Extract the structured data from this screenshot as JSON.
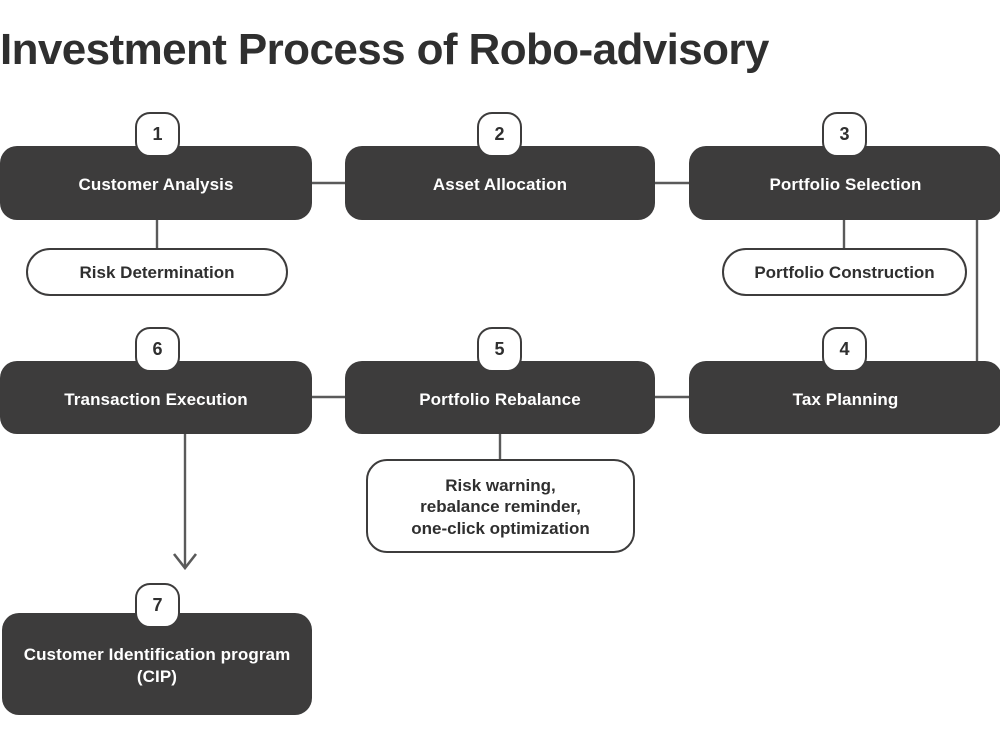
{
  "title": "Investment Process of Robo-advisory",
  "colors": {
    "box_fill": "#3d3c3c",
    "box_text": "#ffffff",
    "outline": "#3d3c3c",
    "sub_text": "#2f2f2f",
    "connector": "#5a5a5a",
    "background": "#ffffff"
  },
  "steps": [
    {
      "number": "1",
      "label": "Customer Analysis"
    },
    {
      "number": "2",
      "label": "Asset Allocation"
    },
    {
      "number": "3",
      "label": "Portfolio Selection"
    },
    {
      "number": "4",
      "label": "Tax Planning"
    },
    {
      "number": "5",
      "label": "Portfolio Rebalance"
    },
    {
      "number": "6",
      "label": "Transaction Execution"
    },
    {
      "number": "7",
      "label": "Customer Identification program (CIP)"
    }
  ],
  "sub_items": [
    {
      "label": "Risk Determination",
      "parent_step": "1"
    },
    {
      "label": "Portfolio Construction",
      "parent_step": "3"
    },
    {
      "label": "Risk warning, rebalance reminder, one-click optimization",
      "lines": [
        "Risk warning,",
        "rebalance reminder,",
        "one-click optimization"
      ],
      "parent_step": "5"
    }
  ],
  "chart_data": {
    "type": "table",
    "title": "Investment Process of Robo-advisory",
    "nodes": [
      {
        "id": "1",
        "label": "Customer Analysis",
        "kind": "step"
      },
      {
        "id": "2",
        "label": "Asset Allocation",
        "kind": "step"
      },
      {
        "id": "3",
        "label": "Portfolio Selection",
        "kind": "step"
      },
      {
        "id": "4",
        "label": "Tax Planning",
        "kind": "step"
      },
      {
        "id": "5",
        "label": "Portfolio Rebalance",
        "kind": "step"
      },
      {
        "id": "6",
        "label": "Transaction Execution",
        "kind": "step"
      },
      {
        "id": "7",
        "label": "Customer Identification program (CIP)",
        "kind": "step"
      },
      {
        "id": "s1",
        "label": "Risk Determination",
        "kind": "sub"
      },
      {
        "id": "s3",
        "label": "Portfolio Construction",
        "kind": "sub"
      },
      {
        "id": "s5",
        "label": "Risk warning, rebalance reminder, one-click optimization",
        "kind": "sub"
      }
    ],
    "edges": [
      {
        "from": "1",
        "to": "2",
        "style": "line"
      },
      {
        "from": "2",
        "to": "3",
        "style": "line"
      },
      {
        "from": "3",
        "to": "4",
        "style": "line"
      },
      {
        "from": "4",
        "to": "5",
        "style": "line"
      },
      {
        "from": "5",
        "to": "6",
        "style": "line"
      },
      {
        "from": "6",
        "to": "7",
        "style": "arrow"
      },
      {
        "from": "1",
        "to": "s1",
        "style": "line"
      },
      {
        "from": "3",
        "to": "s3",
        "style": "line"
      },
      {
        "from": "5",
        "to": "s5",
        "style": "line"
      }
    ]
  }
}
